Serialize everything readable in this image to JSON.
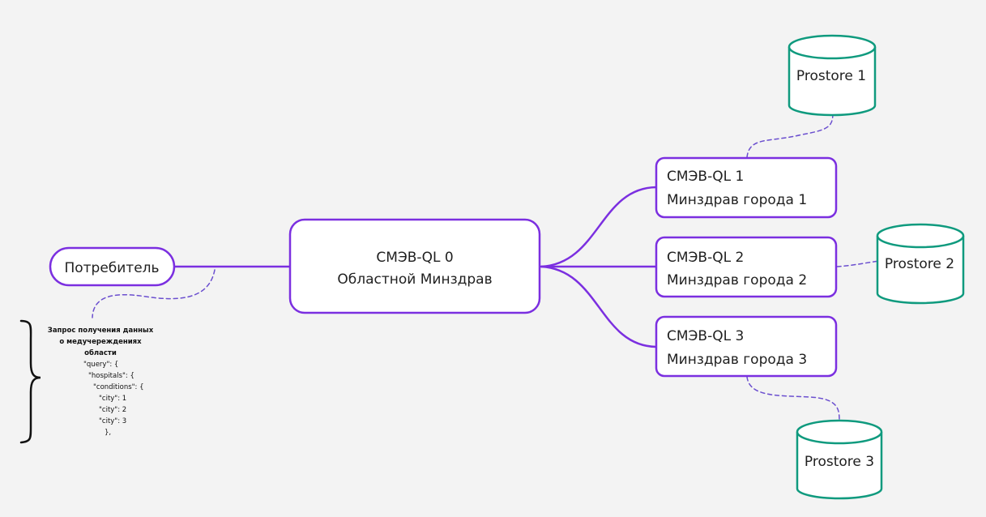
{
  "colors": {
    "node_border": "#7b2fe0",
    "store_border": "#0f9a7e",
    "background": "#f3f3f3",
    "text": "#1f1f1f"
  },
  "consumer": {
    "label": "Потребитель"
  },
  "regional": {
    "line1": "СМЭВ-QL 0",
    "line2": "Областной Минздрав"
  },
  "cities": [
    {
      "line1": "СМЭВ-QL 1",
      "line2": "Минздрав города 1"
    },
    {
      "line1": "СМЭВ-QL 2",
      "line2": "Минздрав города 2"
    },
    {
      "line1": "СМЭВ-QL 3",
      "line2": "Минздрав города 3"
    }
  ],
  "stores": [
    {
      "label": "Prostore 1"
    },
    {
      "label": "Prostore 2"
    },
    {
      "label": "Prostore 3"
    }
  ],
  "request_note": {
    "title_lines": [
      "Запрос получения данных",
      "о медучереждениях",
      "области"
    ],
    "code_lines": [
      "\"query\": {",
      "\"hospitals\": {",
      "\"conditions\": {",
      "\"city\": 1",
      "\"city\": 2",
      "\"city\": 3",
      "},"
    ]
  }
}
